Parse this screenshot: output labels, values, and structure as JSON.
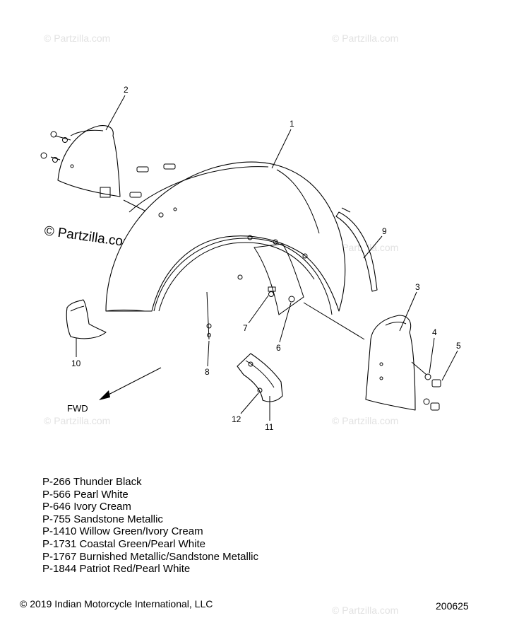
{
  "watermarks": {
    "small": "© Partzilla.com",
    "main": "© Partzilla.com"
  },
  "callouts": {
    "c1": "1",
    "c2": "2",
    "c3": "3",
    "c4": "4",
    "c5": "5",
    "c6": "6",
    "c7": "7",
    "c8": "8",
    "c9": "9",
    "c10": "10",
    "c11": "11",
    "c12": "12"
  },
  "fwd_label": "FWD",
  "color_codes": [
    "P-266 Thunder Black",
    "P-566 Pearl White",
    "P-646 Ivory Cream",
    "P-755 Sandstone Metallic",
    "P-1410 Willow Green/Ivory Cream",
    "P-1731 Coastal Green/Pearl White",
    "P-1767 Burnished Metallic/Sandstone Metallic",
    "P-1844 Patriot Red/Pearl White"
  ],
  "copyright": "© 2019 Indian Motorcycle International, LLC",
  "figure_number": "200625"
}
